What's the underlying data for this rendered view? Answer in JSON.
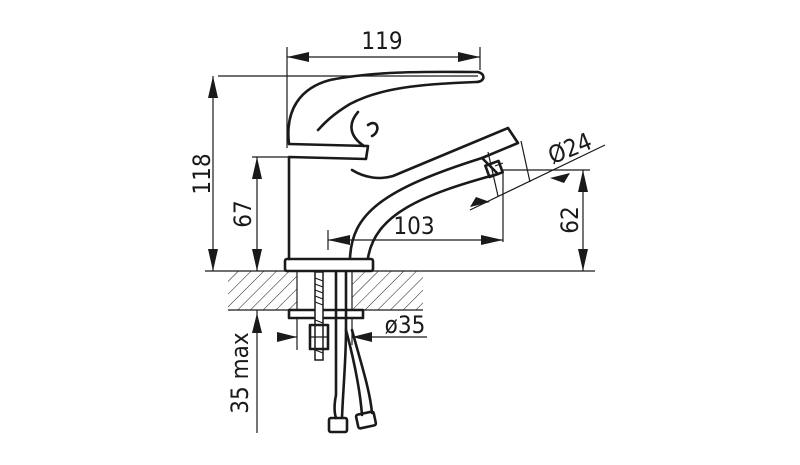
{
  "drawing": {
    "dimensions": {
      "overall_width": "119",
      "overall_height": "118",
      "body_height": "67",
      "spout_reach": "103",
      "spout_height": "62",
      "aerator_diameter": "Ø24",
      "shank_diameter": "ø35",
      "max_counter_thickness": "35 max"
    }
  }
}
